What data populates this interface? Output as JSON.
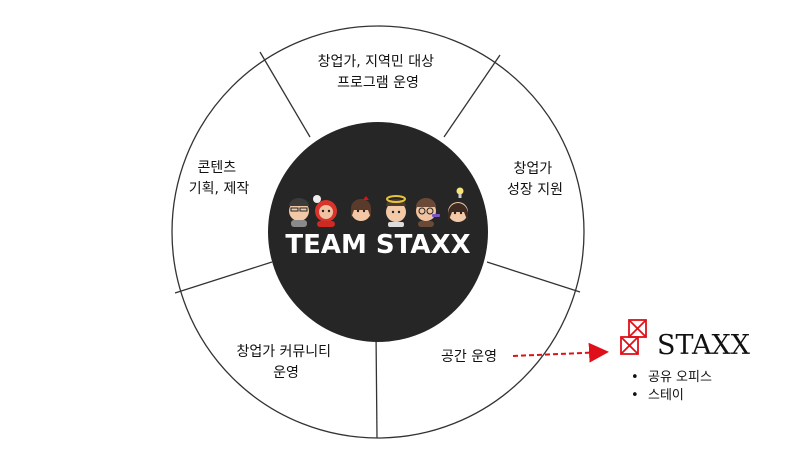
{
  "diagram": {
    "center": {
      "title": "TEAM STAXX",
      "fill": "#262626",
      "avatars": [
        "avatar-memoji",
        "avatar-memoji",
        "avatar-memoji",
        "avatar-memoji",
        "avatar-memoji",
        "avatar-memoji"
      ]
    },
    "segments": [
      {
        "lines": [
          "창업가, 지역민 대상",
          "프로그램 운영"
        ]
      },
      {
        "lines": [
          "창업가",
          "성장 지원"
        ]
      },
      {
        "lines": [
          "공간 운영"
        ]
      },
      {
        "lines": [
          "창업가 커뮤니티",
          "운영"
        ]
      },
      {
        "lines": [
          "콘텐츠",
          "기획, 제작"
        ]
      }
    ],
    "ring_stroke": "#333333",
    "arrow_color": "#e0101a"
  },
  "brand": {
    "name": "STAXX",
    "logo_icon": "crossed-boxes-icon",
    "logo_color": "#e0101a",
    "bullet_symbol": "•",
    "items": [
      "공유 오피스",
      "스테이"
    ]
  }
}
